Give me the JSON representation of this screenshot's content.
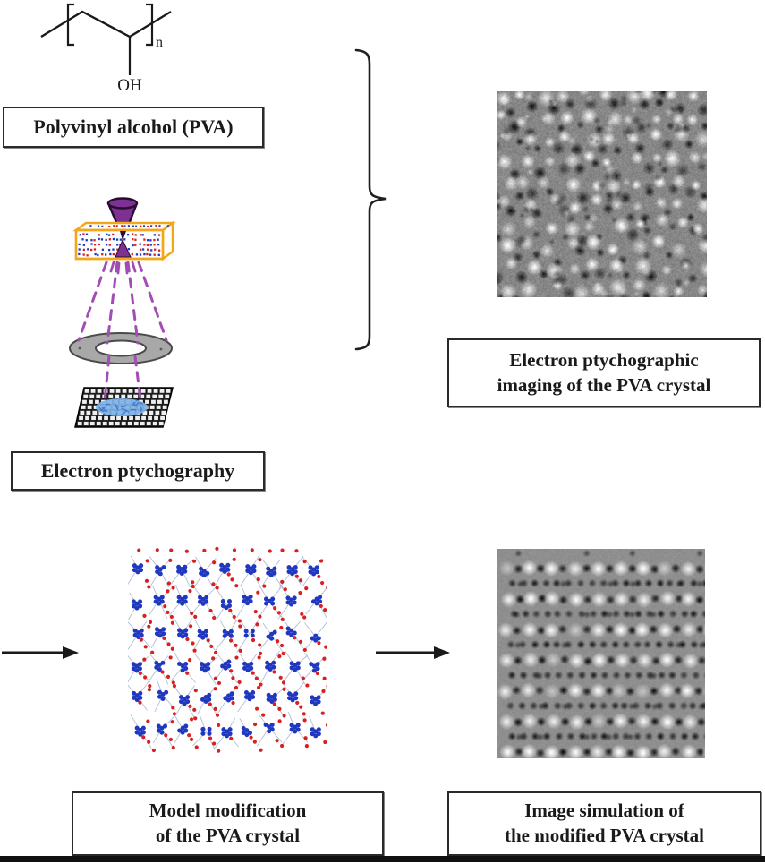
{
  "figure": {
    "monomer": {
      "oh": "OH",
      "repeat_subscript": "n"
    },
    "labels": {
      "pva": "Polyvinyl alcohol (PVA)",
      "ptychography": "Electron ptychography",
      "imaging_line1": "Electron ptychographic",
      "imaging_line2": "imaging of the PVA crystal",
      "model_line1": "Model modification",
      "model_line2": "of the PVA crystal",
      "simulation_line1": "Image simulation of",
      "simulation_line2": "the modified PVA crystal"
    },
    "colors": {
      "beam_purple": "#7d3191",
      "beam_outline": "#2a0b33",
      "dash_purple": "#a34cb5",
      "sample_box_gold": "#f2a71b",
      "atom_red": "#d92020",
      "atom_blue": "#2038c0",
      "aperture_gray": "#a8a8a8",
      "detector_black": "#1c1c1c",
      "specimen_blue": "#7fb3e8",
      "line_black": "#1a1a1a"
    }
  }
}
